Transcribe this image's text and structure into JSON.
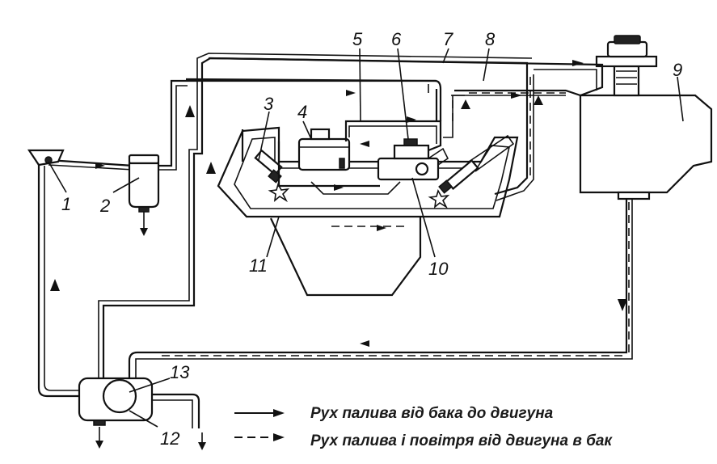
{
  "labels": {
    "n1": "1",
    "n2": "2",
    "n3": "3",
    "n4": "4",
    "n5": "5",
    "n6": "6",
    "n7": "7",
    "n8": "8",
    "n9": "9",
    "n10": "10",
    "n11": "11",
    "n12": "12",
    "n13": "13"
  },
  "legend": {
    "solid": "Рух палива від бака до двигуна",
    "dashed": "Рух палива і повітря від двигуна в бак"
  }
}
